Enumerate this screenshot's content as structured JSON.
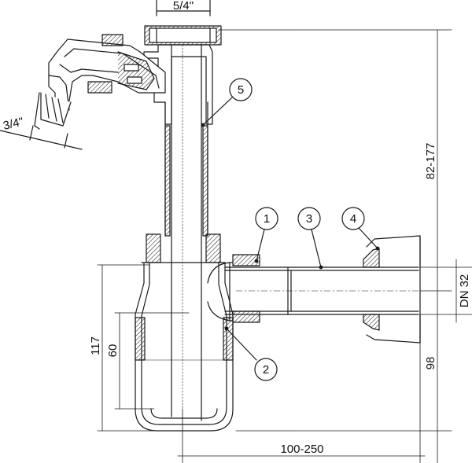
{
  "drawing": {
    "line_color": "#1a1a1a",
    "hatch_color": "#333333",
    "background": "#ffffff"
  },
  "dimensions": {
    "top_thread": "5/4\"",
    "side_connector": "3/4\"",
    "total_height": "82-177",
    "outlet_dn": "DN 32",
    "height_117": "117",
    "height_60": "60",
    "height_98": "98",
    "horizontal_length": "100-250"
  },
  "callouts": [
    "1",
    "2",
    "3",
    "4",
    "5"
  ]
}
